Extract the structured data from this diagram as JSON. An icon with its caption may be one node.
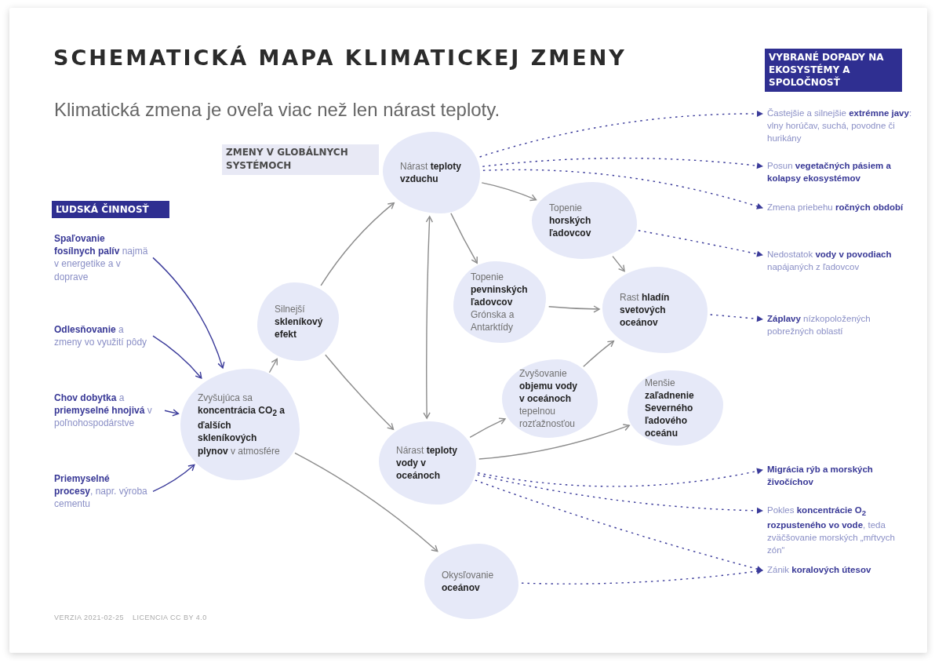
{
  "diagram": {
    "title": "SCHEMATICKÁ MAPA KLIMATICKEJ ZMENY",
    "nodes": [
      {
        "text": [
          "ĽUDSKÁ ČINNOSŤ"
        ]
      },
      {
        "text": [
          "**Spaľovanie fosílnych palív** najmä v energetike a v doprave"
        ]
      },
      {
        "text": [
          "**Odlesňovanie** a zmeny vo využití pôdy"
        ]
      },
      {
        "text": [
          "**Chov dobytka** a **priemyselné hnojivá** v poľnohospodárstve"
        ]
      },
      {
        "text": [
          "**Priemyselné procesy**, napr. výroba cementu"
        ]
      },
      {
        "text": [
          "ZMENY V GLOBÁLNYCH SYSTÉMOCH"
        ]
      },
      {
        "text": [
          "Zvyšujúca sa **koncentrácia CO$_{2}$ a ďalších skleníkových plynov** v atmosfére"
        ]
      },
      {
        "text": [
          "Silnejší **skleníkový efekt**"
        ]
      },
      {
        "text": [
          "Nárast **teploty vzduchu**"
        ]
      },
      {
        "text": [
          "Topenie **horských ľadovcov**"
        ]
      },
      {
        "text": [
          "Topenie **pevninských ľadovcov** Grónska a Antarktídy"
        ]
      },
      {
        "text": [
          "Rast **hladín svetových oceánov**"
        ]
      },
      {
        "text": [
          "Zvyšovanie **objemu vody v oceánoch** tepelnou rozťažnosťou"
        ]
      },
      {
        "text": [
          "Menšie **zaľadnenie Severného ľadového oceánu**"
        ]
      },
      {
        "text": [
          "Nárast **teploty vody v oceánoch**"
        ]
      },
      {
        "text": [
          "Okysľovanie **oceánov**"
        ]
      },
      {
        "text": [
          "VYBRANÉ DOPADY NA EKOSYSTÉMY A SPOLOČNOSŤ"
        ]
      },
      {
        "text": [
          "Častejšie a silnejšie **extrémne javy**: vlny horúčav, suchá, povodne či hurikány"
        ]
      },
      {
        "text": [
          "Posun **vegetačných pásiem a kolapsy ekosystémov**"
        ]
      },
      {
        "text": [
          "Zmena priebehu **ročných období**"
        ]
      },
      {
        "text": [
          "Nedostatok **vody v povodiach** napájaných z ľadovcov"
        ]
      },
      {
        "text": [
          "**Záplavy** nízkopoložených pobrežných oblastí"
        ]
      },
      {
        "text": [
          "Migrácia rýb a morských živočíchov"
        ]
      },
      {
        "text": [
          "Pokles **koncentrácie O$_{2}$ rozpusteného vo vode**, teda zväčšovanie morských „mŕtvych zón“"
        ]
      },
      {
        "text": [
          "Zánik **koralových útesov**"
        ]
      }
    ],
    "edges": [
      {
        "from": 1,
        "to": 6,
        "arrow": "to",
        "color": "#3b3b9a"
      },
      {
        "from": 2,
        "to": 6,
        "arrow": "to",
        "color": "#3b3b9a"
      },
      {
        "from": 3,
        "to": 6,
        "arrow": "to",
        "color": "#3b3b9a"
      },
      {
        "from": 4,
        "to": 6,
        "arrow": "to",
        "color": "#3b3b9a"
      },
      {
        "from": 6,
        "to": 7,
        "arrow": "to"
      },
      {
        "from": 7,
        "to": 8,
        "arrow": "to"
      },
      {
        "from": 7,
        "to": 14,
        "arrow": "to"
      },
      {
        "from": 8,
        "to": 14,
        "arrow": "both"
      },
      {
        "from": 8,
        "to": 9,
        "arrow": "to"
      },
      {
        "from": 8,
        "to": 10,
        "arrow": "to"
      },
      {
        "from": 9,
        "to": 11,
        "arrow": "to"
      },
      {
        "from": 10,
        "to": 11,
        "arrow": "to"
      },
      {
        "from": 14,
        "to": 12,
        "arrow": "to"
      },
      {
        "from": 12,
        "to": 11,
        "arrow": "to"
      },
      {
        "from": 14,
        "to": 13,
        "arrow": "to"
      },
      {
        "from": 6,
        "to": 15,
        "arrow": "to"
      },
      {
        "from": 8,
        "to": 17,
        "arrow": "to",
        "style": "dashed",
        "color": "#3b3b9a"
      },
      {
        "from": 8,
        "to": 18,
        "arrow": "to",
        "style": "dashed",
        "color": "#3b3b9a"
      },
      {
        "from": 8,
        "to": 19,
        "arrow": "to",
        "style": "dashed",
        "color": "#3b3b9a"
      },
      {
        "from": 9,
        "to": 20,
        "arrow": "to",
        "style": "dashed",
        "color": "#3b3b9a"
      },
      {
        "from": 11,
        "to": 21,
        "arrow": "to",
        "style": "dashed",
        "color": "#3b3b9a"
      },
      {
        "from": 14,
        "to": 22,
        "arrow": "to",
        "style": "dashed",
        "color": "#3b3b9a"
      },
      {
        "from": 14,
        "to": 23,
        "arrow": "to",
        "style": "dashed",
        "color": "#3b3b9a"
      },
      {
        "from": 14,
        "to": 24,
        "arrow": "to",
        "style": "dashed",
        "color": "#3b3b9a"
      },
      {
        "from": 15,
        "to": 24,
        "arrow": "to",
        "style": "dashed",
        "color": "#3b3b9a"
      }
    ],
    "labels": [
      "Klimatická zmena je oveľa viac než len nárast teploty.",
      "VERZIA 2021-02-25",
      "LICENCIA CC BY 4.0"
    ]
  }
}
